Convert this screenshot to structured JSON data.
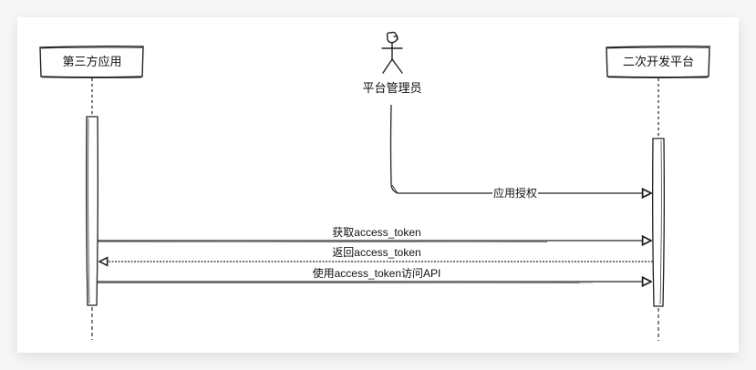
{
  "diagram": {
    "type": "sequence",
    "participants": [
      {
        "id": "third_party_app",
        "label": "第三方应用",
        "kind": "box"
      },
      {
        "id": "admin",
        "label": "平台管理员",
        "kind": "actor"
      },
      {
        "id": "dev_platform",
        "label": "二次开发平台",
        "kind": "box"
      }
    ],
    "messages": [
      {
        "from": "admin",
        "to": "dev_platform",
        "label": "应用授权",
        "style": "solid"
      },
      {
        "from": "third_party_app",
        "to": "dev_platform",
        "label": "获取access_token",
        "style": "solid"
      },
      {
        "from": "dev_platform",
        "to": "third_party_app",
        "label": "返回access_token",
        "style": "dashed"
      },
      {
        "from": "third_party_app",
        "to": "dev_platform",
        "label": "使用access_token访问API",
        "style": "solid"
      }
    ]
  },
  "colors": {
    "stroke": "#222222",
    "background": "#f6f6f6",
    "card": "#ffffff"
  }
}
